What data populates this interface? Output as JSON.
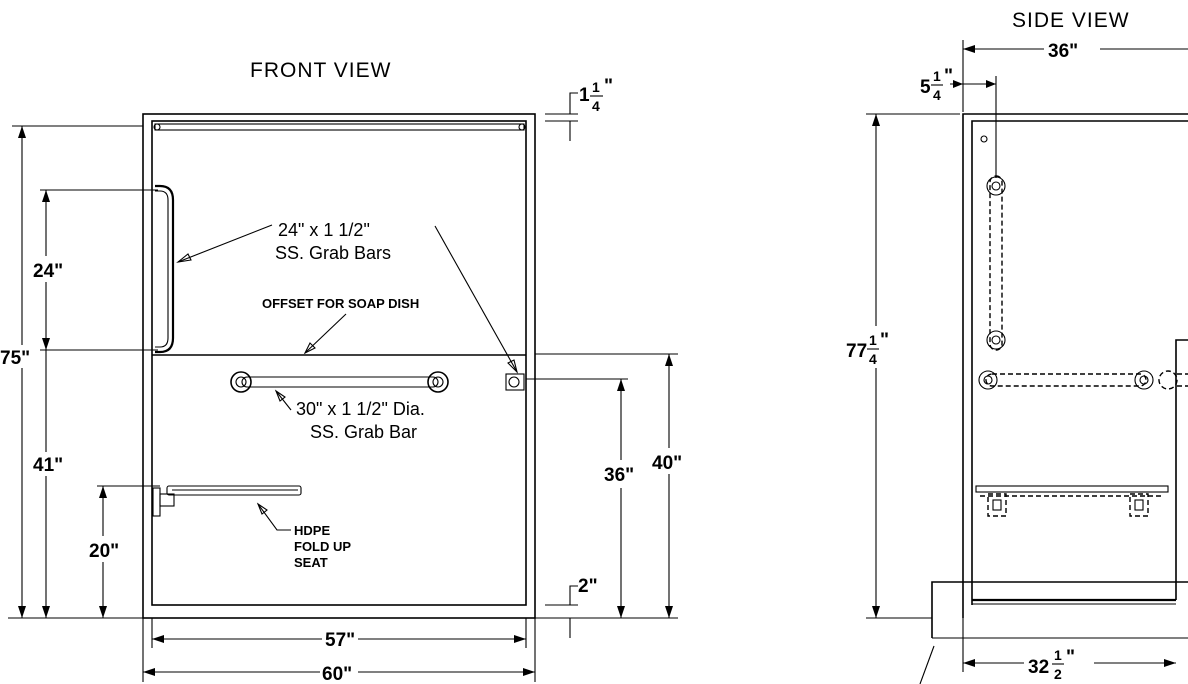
{
  "titles": {
    "front": "FRONT VIEW",
    "side": "SIDE VIEW"
  },
  "front": {
    "grab_bars_line1": "24\" x 1 1/2\"",
    "grab_bars_line2": "SS. Grab Bars",
    "offset_note": "OFFSET FOR SOAP DISH",
    "bar30_line1": "30\" x 1 1/2\" Dia.",
    "bar30_line2": "SS. Grab Bar",
    "seat_line1": "HDPE",
    "seat_line2": "FOLD UP",
    "seat_line3": "SEAT",
    "dim_75": "75\"",
    "dim_24": "24\"",
    "dim_41": "41\"",
    "dim_20": "20\"",
    "dim_36": "36\"",
    "dim_40": "40\"",
    "dim_57": "57\"",
    "dim_60": "60\"",
    "dim_2": "2\"",
    "dim_1q_whole": "1",
    "dim_1q_num": "1",
    "dim_1q_den": "4"
  },
  "side": {
    "dim_36": "36\"",
    "dim_5q_whole": "5",
    "dim_5q_num": "1",
    "dim_5q_den": "4",
    "dim_77q_whole": "77",
    "dim_77q_num": "1",
    "dim_77q_den": "4",
    "dim_32h_whole": "32",
    "dim_32h_num": "1",
    "dim_32h_den": "2",
    "dim_32h_inch": "\""
  }
}
